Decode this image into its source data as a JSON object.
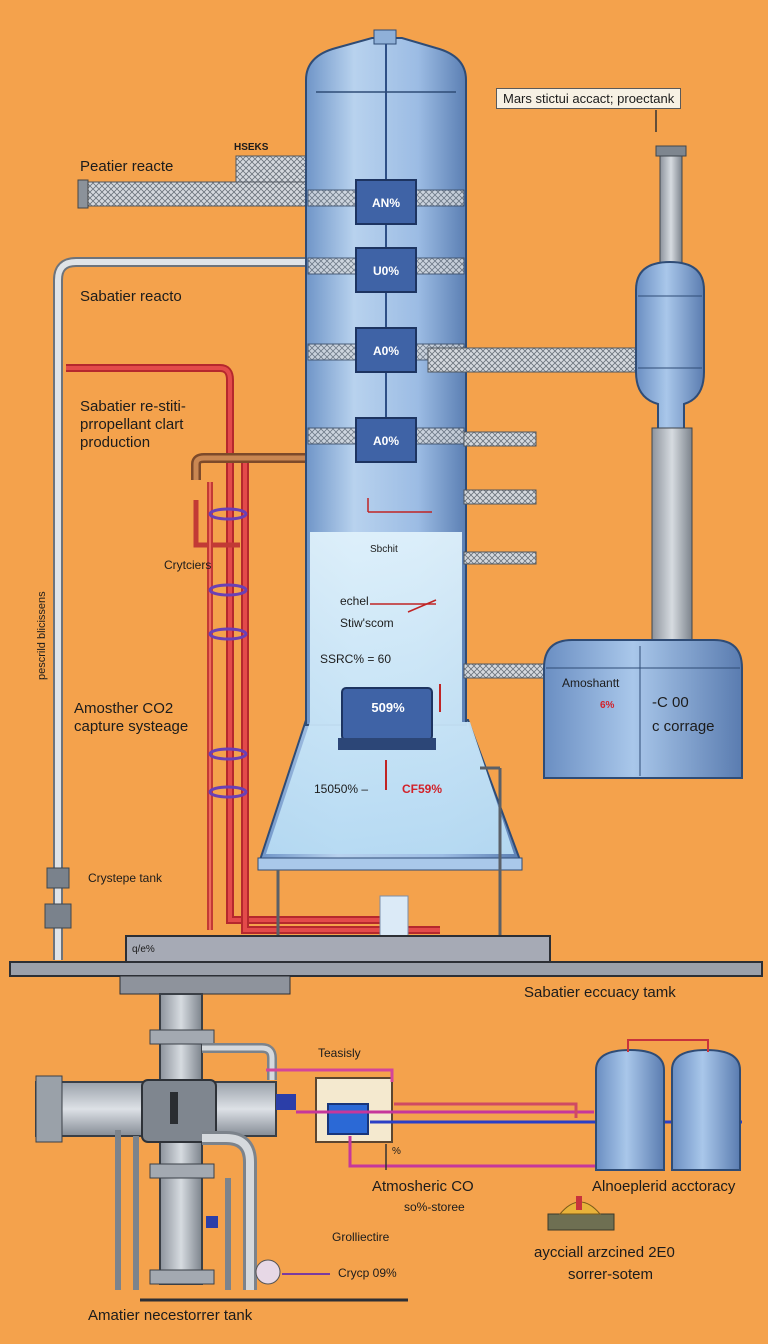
{
  "top_callout": "Mars stictui accact; proectank",
  "tiny_header": "HSEKS",
  "left_labels": {
    "peatier": "Peatier reacte",
    "sabatier_reactor": "Sabatier reacto",
    "sabatier_insitu": "Sabatier re-stiti-\nprropellant clart\nproduction",
    "crytciers": "Crytciers",
    "atmosphere_capture": "Amosther CO2\ncapture systeage",
    "crystepe_tank": "Crystepe tank",
    "vertical": "pescrild blicissens"
  },
  "column": {
    "gauges": [
      "AN%",
      "U0%",
      "A0%",
      "A0%"
    ],
    "inner_title": "Sbchit",
    "echel": "echel",
    "sub": "Stiw'scom",
    "ssre": "SSRC% = 60",
    "tank_gauge": "509%",
    "bottom_left": "15050% –",
    "bottom_red": "CF59%"
  },
  "right_tank": {
    "title": "Amoshantt",
    "pct": "6%",
    "line1": "-C 00",
    "line2": "c corrage"
  },
  "platform": {
    "tag": "q/e%",
    "right_label": "Sabatier eccuacy tamk"
  },
  "bottom": {
    "teasily": "Teasisly",
    "pct": "%",
    "atmos_line1": "Atmosheric CO",
    "atmos_line2": "so%-storee",
    "alno": "Alnoeplerid acctoracy",
    "grolliectire": "Grolliectire",
    "aycciall_line1": "aycciall arzcined 2E0",
    "aycciall_line2": "sorrer-sotem",
    "crycp": "Crycp 09%",
    "footer": "Amatier necestorrer tank"
  }
}
